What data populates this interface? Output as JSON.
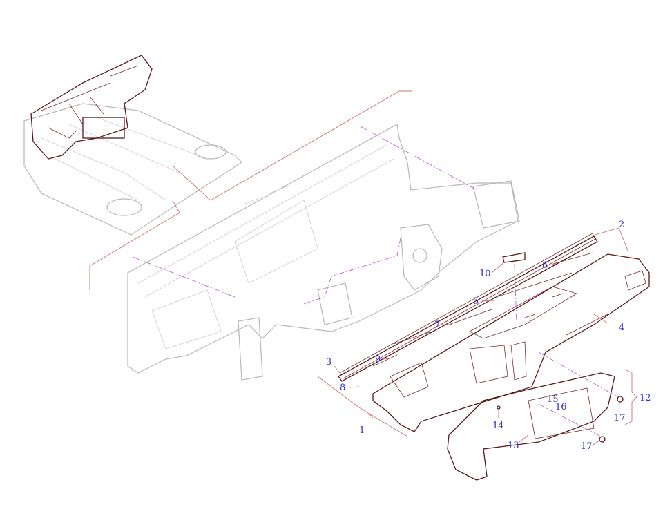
{
  "diagram": {
    "type": "exploded parts diagram",
    "colors": {
      "callout": "#3030c8",
      "leader": "#d07070",
      "centerline": "#c060d0",
      "part_outline": "#5a1818",
      "context_outline": "#b8b8b8"
    },
    "callouts": [
      {
        "id": "c1",
        "text": "1"
      },
      {
        "id": "c2",
        "text": "2"
      },
      {
        "id": "c3",
        "text": "3"
      },
      {
        "id": "c4",
        "text": "4"
      },
      {
        "id": "c5",
        "text": "5"
      },
      {
        "id": "c6",
        "text": "6"
      },
      {
        "id": "c7",
        "text": "7"
      },
      {
        "id": "c8",
        "text": "8"
      },
      {
        "id": "c9",
        "text": "9"
      },
      {
        "id": "c10",
        "text": "10"
      },
      {
        "id": "c12",
        "text": "12"
      },
      {
        "id": "c13",
        "text": "13"
      },
      {
        "id": "c14",
        "text": "14"
      },
      {
        "id": "c15",
        "text": "15"
      },
      {
        "id": "c16",
        "text": "16"
      },
      {
        "id": "c17a",
        "text": "17"
      },
      {
        "id": "c17b",
        "text": "17"
      }
    ]
  }
}
